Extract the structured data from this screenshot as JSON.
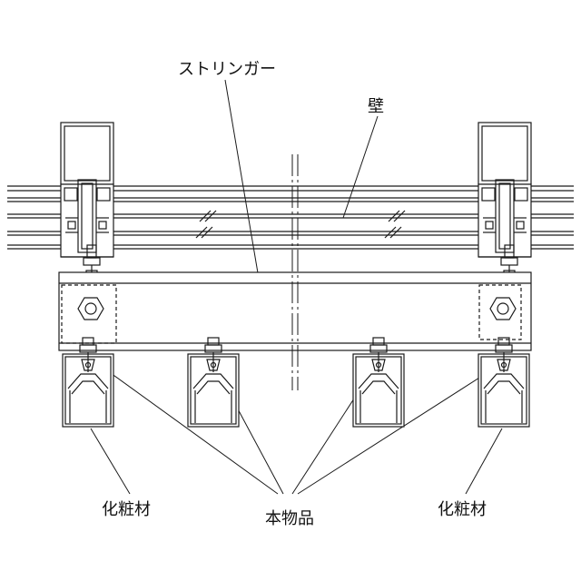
{
  "labels": {
    "stringer": "ストリンガー",
    "wall": "壁",
    "finish_left": "化粧材",
    "product": "本物品",
    "finish_right": "化粧材"
  },
  "colors": {
    "line": "#1a1a1a",
    "background": "#ffffff"
  }
}
